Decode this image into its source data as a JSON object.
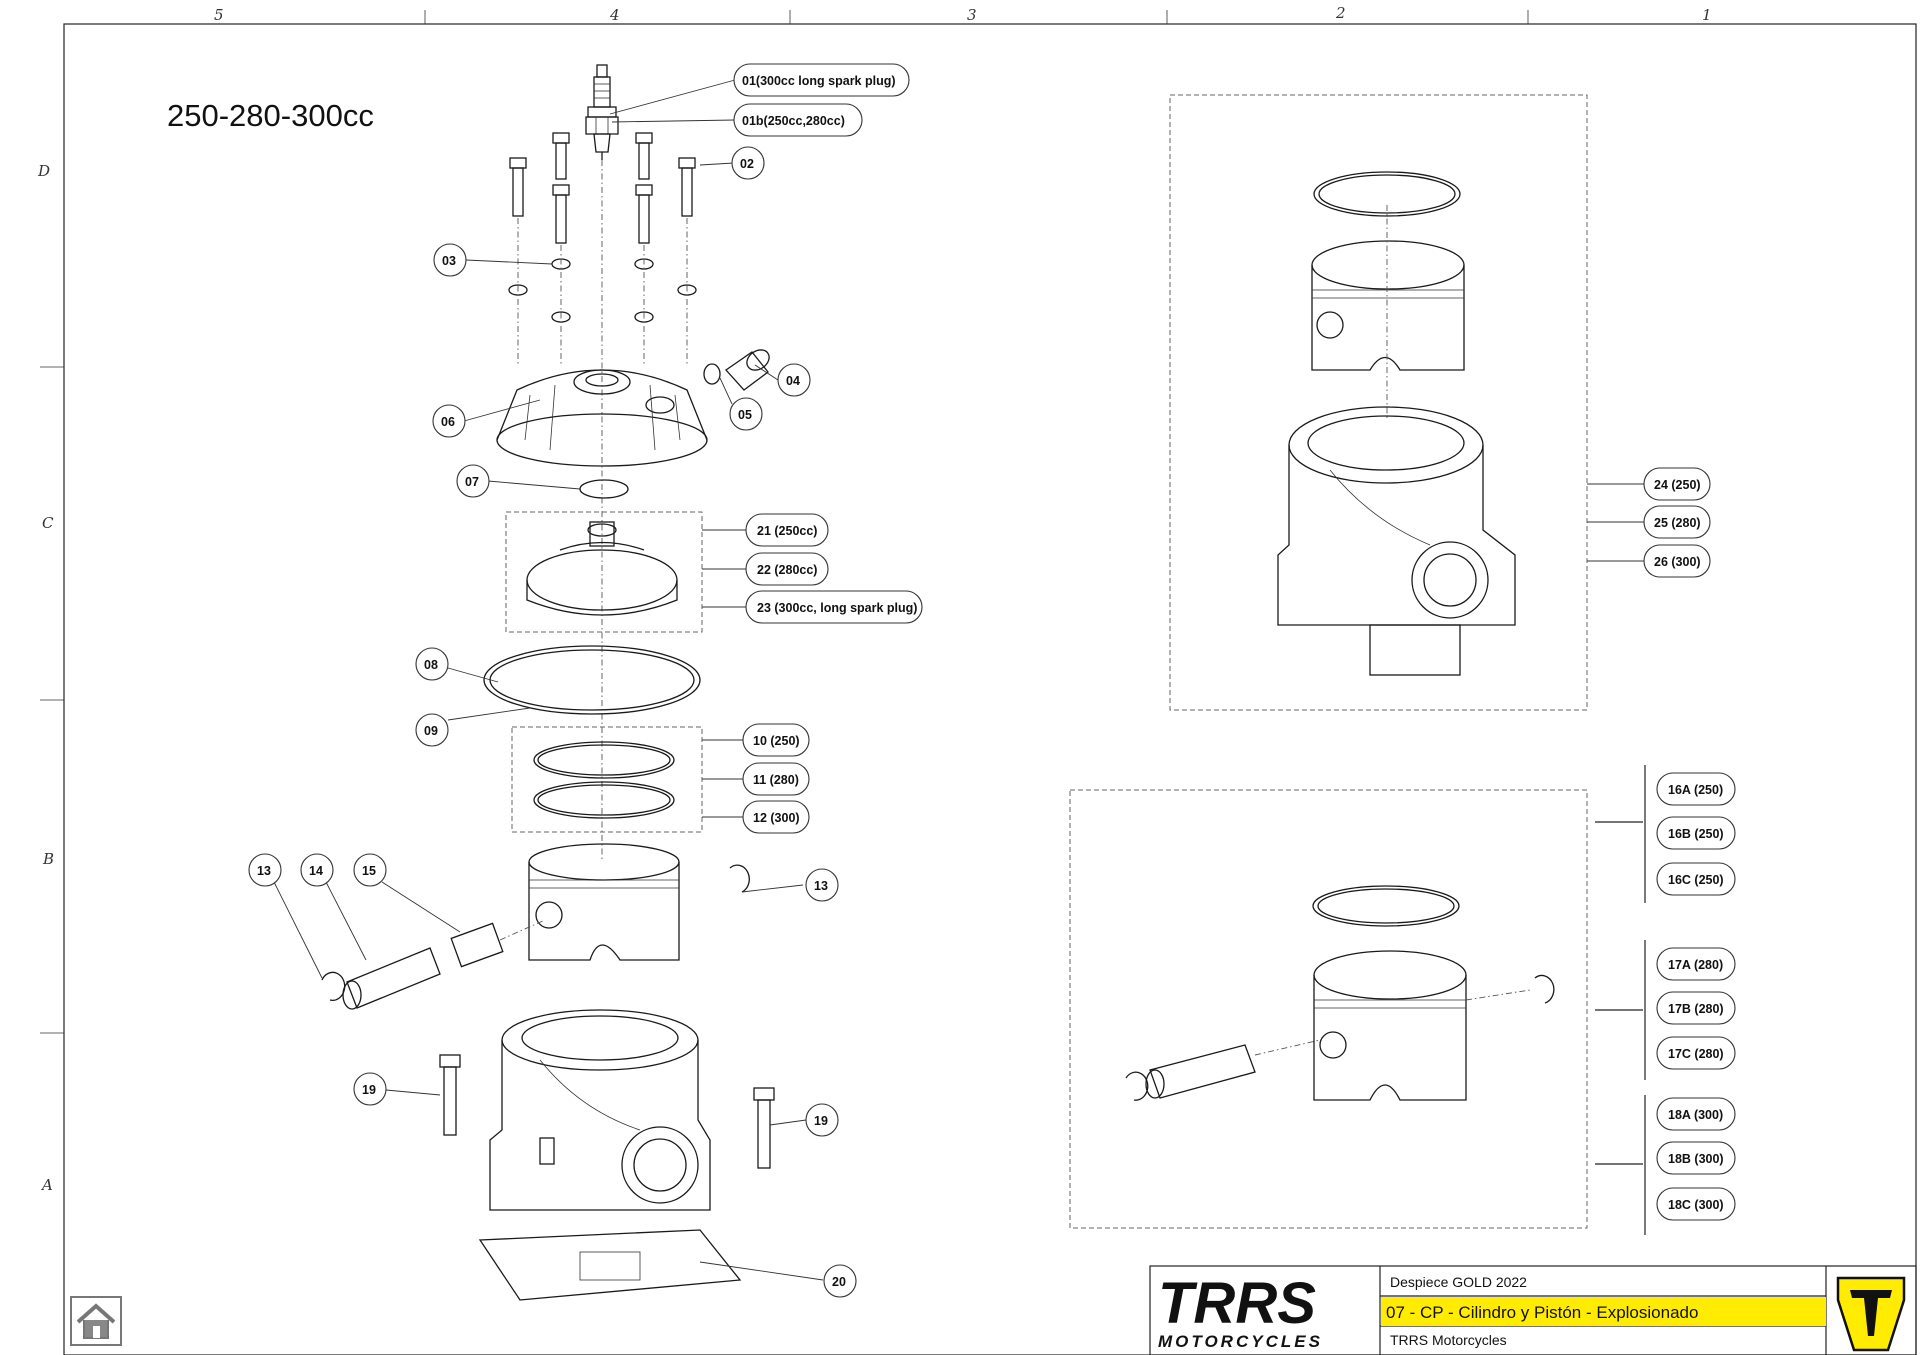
{
  "frame": {
    "columns": [
      "5",
      "4",
      "3",
      "2",
      "1"
    ],
    "rows": [
      "D",
      "C",
      "B",
      "A"
    ]
  },
  "model_title": "250-280-300cc",
  "callouts": {
    "c01": "01(300cc long spark plug)",
    "c01b": "01b(250cc,280cc)",
    "c02": "02",
    "c03": "03",
    "c04": "04",
    "c05": "05",
    "c06": "06",
    "c07": "07",
    "c08": "08",
    "c09": "09",
    "c10": "10 (250)",
    "c11": "11 (280)",
    "c12": "12 (300)",
    "c13a": "13",
    "c13b": "13",
    "c14": "14",
    "c15": "15",
    "c19a": "19",
    "c19b": "19",
    "c20": "20",
    "c21": "21 (250cc)",
    "c22": "22 (280cc)",
    "c23": "23 (300cc, long spark plug)",
    "c24": "24 (250)",
    "c25": "25  (280)",
    "c26": "26  (300)",
    "c16a": "16A (250)",
    "c16b": "16B (250)",
    "c16c": "16C (250)",
    "c17a": "17A (280)",
    "c17b": "17B (280)",
    "c17c": "17C (280)",
    "c18a": "18A (300)",
    "c18b": "18B (300)",
    "c18c": "18C (300)"
  },
  "title_block": {
    "logo_text": "TRRS",
    "logo_sub": "MOTORCYCLES",
    "document": "Despiece GOLD 2022",
    "section": "07 - CP - Cilindro y Pistón - Explosionado",
    "company": "TRRS Motorcycles",
    "accent_color": "#ffec00"
  },
  "home_button": {
    "icon": "home-icon"
  }
}
